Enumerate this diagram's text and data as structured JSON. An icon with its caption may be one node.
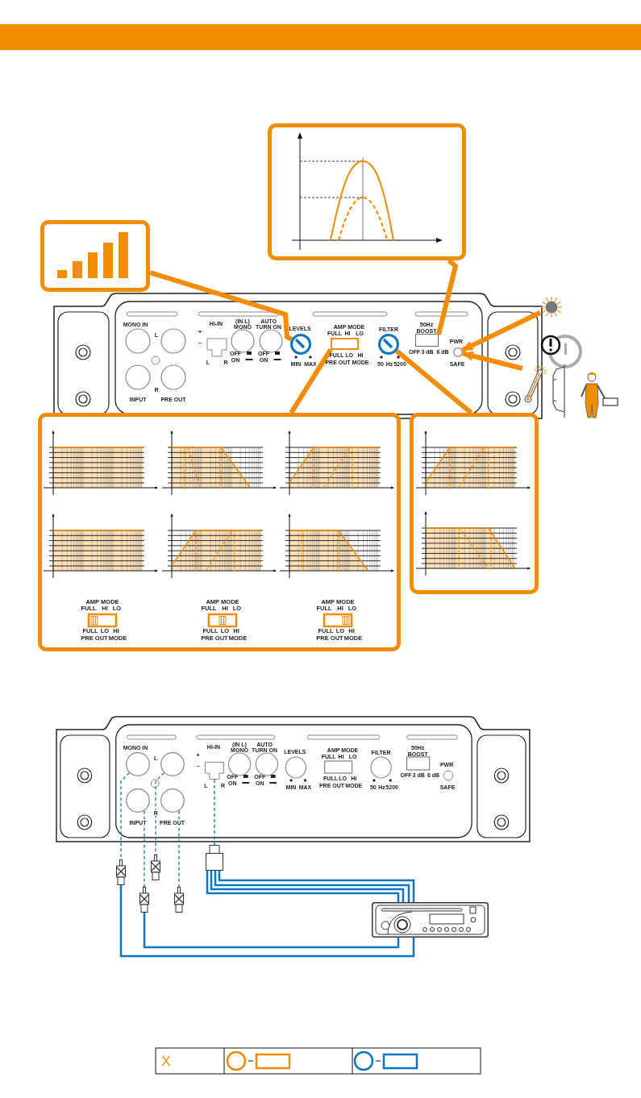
{
  "diagram": {
    "nodes": [
      {
        "text": [],
        "shape": "box"
      },
      {
        "text": [],
        "shape": "box"
      },
      {
        "text": [],
        "shape": "box"
      },
      {
        "text": [],
        "shape": "box"
      },
      {
        "text": [],
        "shape": "circle"
      },
      {
        "text": [],
        "shape": "box"
      },
      {
        "text": [],
        "shape": "circle"
      },
      {
        "text": [],
        "shape": "box"
      },
      {
        "text": [],
        "shape": "circle"
      },
      {
        "text": [],
        "shape": "picture"
      },
      {
        "text": [],
        "shape": "picture"
      },
      {
        "text": [],
        "shape": "circle"
      },
      {
        "text": [],
        "shape": "circle"
      },
      {
        "text": [],
        "shape": "circle"
      },
      {
        "text": [],
        "shape": "circle"
      },
      {
        "text": [],
        "shape": "box"
      },
      {
        "text": [],
        "shape": "plug"
      },
      {
        "text": [],
        "shape": "plug"
      },
      {
        "text": [],
        "shape": "plug"
      },
      {
        "text": [],
        "shape": "plug"
      },
      {
        "text": [],
        "shape": "plug"
      },
      {
        "text": [],
        "shape": "picture"
      }
    ],
    "edges": [
      {
        "from": 0,
        "to": 4,
        "arrow": "none",
        "style": "thick",
        "color": "#f28c00"
      },
      {
        "from": 1,
        "to": 7,
        "arrow": "none",
        "style": "thick",
        "color": "#f28c00"
      },
      {
        "from": 2,
        "to": 5,
        "arrow": "none",
        "style": "thick",
        "color": "#f28c00"
      },
      {
        "from": 3,
        "to": 6,
        "arrow": "none",
        "style": "thick",
        "color": "#f28c00"
      },
      {
        "from": 9,
        "to": 8,
        "arrow": "to",
        "style": "thick",
        "color": "#f28c00"
      },
      {
        "from": 10,
        "to": 8,
        "arrow": "to",
        "style": "thick",
        "color": "#f28c00"
      },
      {
        "from": 11,
        "to": 16,
        "arrow": "none",
        "style": "dashed"
      },
      {
        "from": 12,
        "to": 17,
        "arrow": "none",
        "style": "dashed"
      },
      {
        "from": 13,
        "to": 18,
        "arrow": "none",
        "style": "dashed"
      },
      {
        "from": 14,
        "to": 19,
        "arrow": "none",
        "style": "dashed"
      },
      {
        "from": 15,
        "to": 20,
        "arrow": "none",
        "style": "dashed"
      },
      {
        "from": 16,
        "to": 21,
        "arrow": "none"
      },
      {
        "from": 17,
        "to": 21,
        "arrow": "none"
      },
      {
        "from": 20,
        "to": 21,
        "arrow": "none"
      },
      {
        "from": 20,
        "to": 21,
        "arrow": "none"
      },
      {
        "from": 20,
        "to": 21,
        "arrow": "none"
      },
      {
        "from": 20,
        "to": 21,
        "arrow": "none"
      }
    ],
    "labels": [
      "MONO IN",
      "L",
      "R",
      "INPUT",
      "PRE OUT",
      "HI-IN",
      "+",
      "–",
      "L",
      "R",
      "(IN L) MONO",
      "OFF",
      "ON",
      "AUTO TURN ON",
      "OFF",
      "ON",
      "LEVELS",
      "MIN",
      "MAX",
      "AMP MODE",
      "FULL",
      "HI",
      "LO",
      "FULL",
      "LO",
      "HI",
      "PRE OUT",
      "MODE",
      "FILTER",
      "50",
      "Hz",
      "5200",
      "50Hz",
      "BOOST",
      "OFF",
      "3 dB",
      "6 dB",
      "PWR",
      "SAFE",
      "AMP MODE",
      "FULL",
      "HI",
      "LO",
      "FULL",
      "LO",
      "HI",
      "PRE OUT",
      "MODE",
      "AMP MODE",
      "FULL",
      "HI",
      "LO",
      "FULL",
      "LO",
      "HI",
      "PRE OUT",
      "MODE",
      "AMP MODE",
      "FULL",
      "HI",
      "LO",
      "FULL",
      "LO",
      "HI",
      "PRE OUT",
      "MODE",
      "MONO IN",
      "L",
      "R",
      "INPUT",
      "PRE OUT",
      "HI-IN",
      "+",
      "–",
      "L",
      "R",
      "(IN L) MONO",
      "OFF",
      "ON",
      "AUTO TURN ON",
      "OFF",
      "ON",
      "LEVELS",
      "MIN",
      "MAX",
      "AMP MODE",
      "FULL",
      "HI",
      "LO",
      "FULL",
      "LO",
      "HI",
      "PRE OUT",
      "MODE",
      "FILTER",
      "50",
      "Hz",
      "5200",
      "50Hz",
      "BOOST",
      "OFF",
      "3 dB",
      "6 dB",
      "PWR",
      "SAFE",
      "X"
    ]
  }
}
